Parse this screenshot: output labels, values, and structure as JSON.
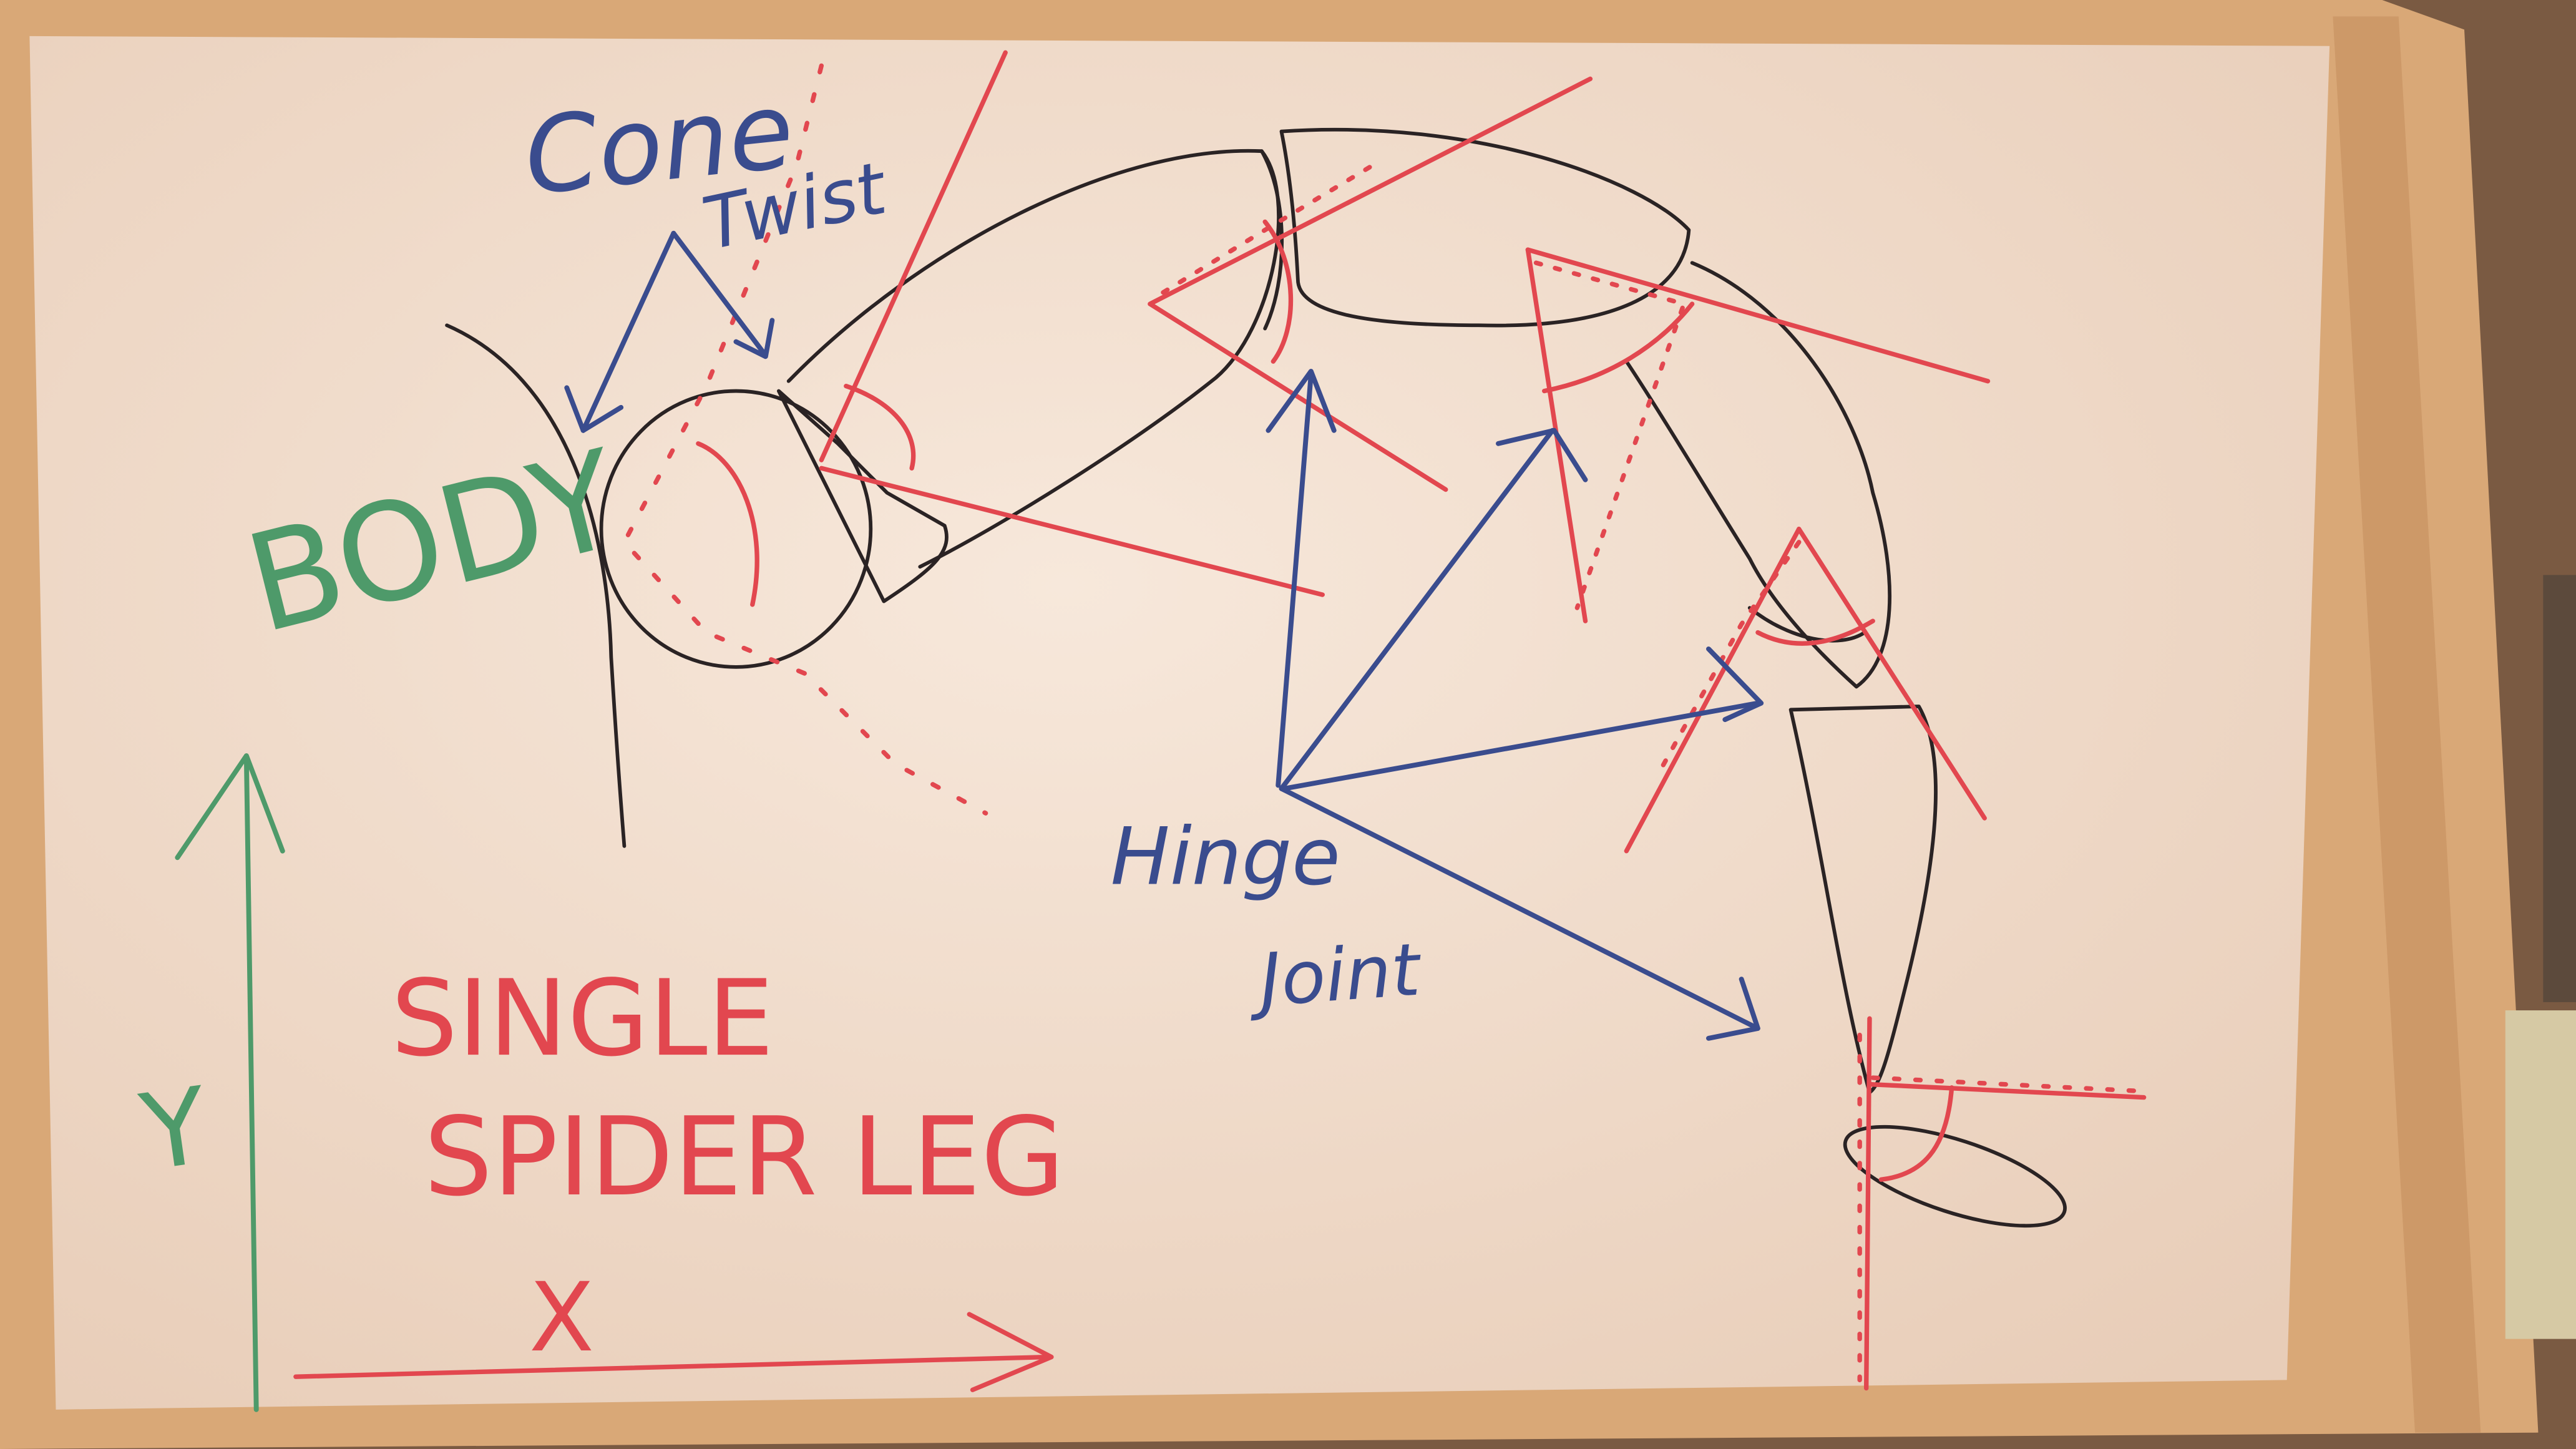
{
  "labels": {
    "cone": "Cone",
    "twist": "Twist",
    "body": "BODY",
    "hinge": "Hinge",
    "joint": "Joint",
    "title_line1": "SINGLE",
    "title_line2": "SPIDER LEG",
    "axis_x": "X",
    "axis_y": "Y"
  },
  "colors": {
    "board": "#f4e2d4",
    "frame": "#d9a877",
    "ink_black": "#2a2324",
    "ink_red": "#e2474f",
    "ink_blue": "#3a4c8e",
    "ink_green": "#4e9a6a"
  }
}
